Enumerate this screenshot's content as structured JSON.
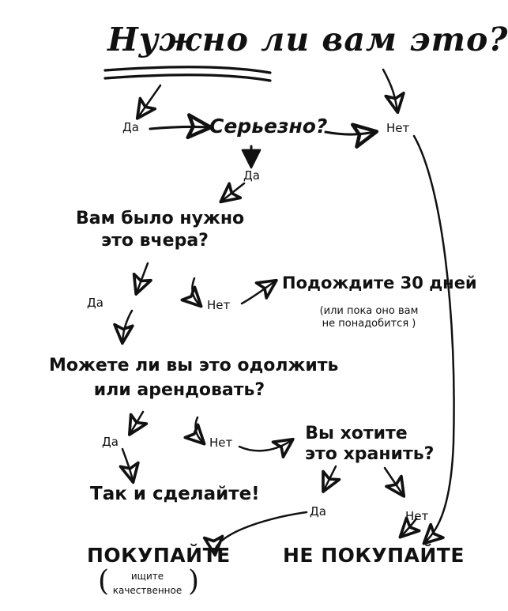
{
  "diagram": {
    "title": "Нужно ли вам это?",
    "language": "ru",
    "style": "hand-drawn flowchart",
    "ink_color": "#111111",
    "background_color": "#ffffff"
  },
  "nodes": {
    "start": "Нужно ли вам это?",
    "serious": "Серьезно?",
    "yesterday_line1": "Вам было нужно",
    "yesterday_line2": "это вчера?",
    "wait": "Подождите 30 дней",
    "wait_note_line1": "(или пока оно вам",
    "wait_note_line2": "не понадобится )",
    "borrow_line1": "Можете ли вы это одолжить",
    "borrow_line2": "или арендовать?",
    "store_line1": "Вы хотите",
    "store_line2": "это хранить?",
    "do_it": "Так и сделайте!",
    "buy": "ПОКУПАЙТЕ",
    "buy_note_line1": "ищите",
    "buy_note_line2": "качественное",
    "dont_buy": "НЕ ПОКУПАЙТЕ"
  },
  "branch_labels": {
    "start_yes": "Да",
    "start_no": "Нет",
    "serious_yes": "Да",
    "yesterday_yes": "Да",
    "yesterday_no": "Нет",
    "borrow_yes": "Да",
    "borrow_no": "Нет",
    "store_yes": "Да",
    "store_no": "Нет"
  },
  "edges": [
    {
      "from": "start",
      "label": "Да",
      "to": "serious"
    },
    {
      "from": "start",
      "label": "Нет",
      "to": "dont_buy"
    },
    {
      "from": "serious",
      "label": "Да",
      "to": "yesterday"
    },
    {
      "from": "yesterday",
      "label": "Да",
      "to": "borrow"
    },
    {
      "from": "yesterday",
      "label": "Нет",
      "to": "wait"
    },
    {
      "from": "borrow",
      "label": "Да",
      "to": "do_it"
    },
    {
      "from": "borrow",
      "label": "Нет",
      "to": "store"
    },
    {
      "from": "store",
      "label": "Да",
      "to": "buy"
    },
    {
      "from": "store",
      "label": "Нет",
      "to": "dont_buy"
    }
  ]
}
